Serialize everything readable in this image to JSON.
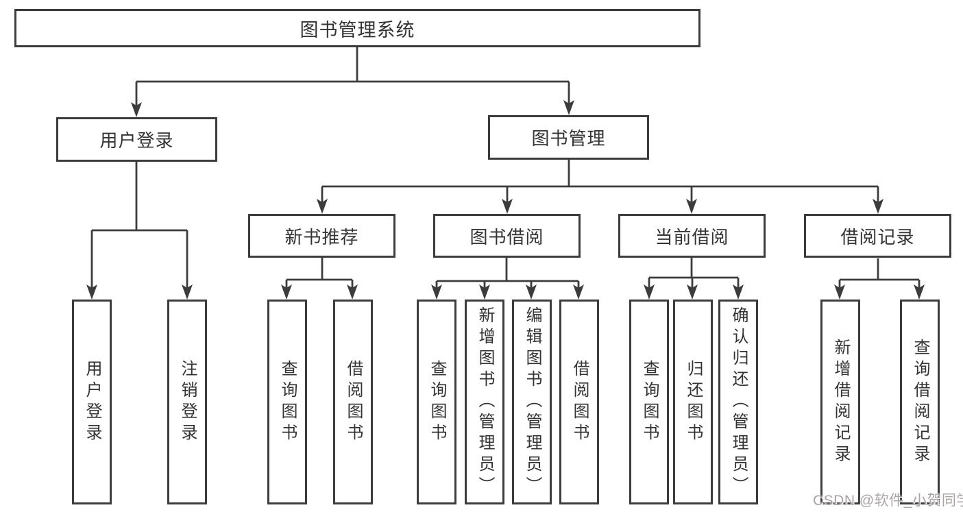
{
  "diagram": {
    "type": "hierarchy-tree",
    "colors": {
      "background": "#ffffff",
      "box_border": "#3c3c3c",
      "connector_line": "#3c3c3c",
      "text": "#333333",
      "watermark_text": "#a8a4a4"
    },
    "watermark": {
      "text": "CSDN @软件_小贺同学"
    },
    "tree": {
      "root": {
        "label": "图书管理系统",
        "children": [
          {
            "label": "用户登录",
            "children": [
              {
                "label": "用户登录"
              },
              {
                "label": "注销登录"
              }
            ]
          },
          {
            "label": "图书管理",
            "children": [
              {
                "label": "新书推荐",
                "children": [
                  {
                    "label": "查询图书"
                  },
                  {
                    "label": "借阅图书"
                  }
                ]
              },
              {
                "label": "图书借阅",
                "children": [
                  {
                    "label": "查询图书"
                  },
                  {
                    "label": "新增图书（管理员）"
                  },
                  {
                    "label": "编辑图书（管理员）"
                  },
                  {
                    "label": "借阅图书"
                  }
                ]
              },
              {
                "label": "当前借阅",
                "children": [
                  {
                    "label": "查询图书"
                  },
                  {
                    "label": "归还图书"
                  },
                  {
                    "label": "确认归还（管理员）"
                  }
                ]
              },
              {
                "label": "借阅记录",
                "children": [
                  {
                    "label": "新增借阅记录"
                  },
                  {
                    "label": "查询借阅记录"
                  }
                ]
              }
            ]
          }
        ]
      }
    }
  }
}
